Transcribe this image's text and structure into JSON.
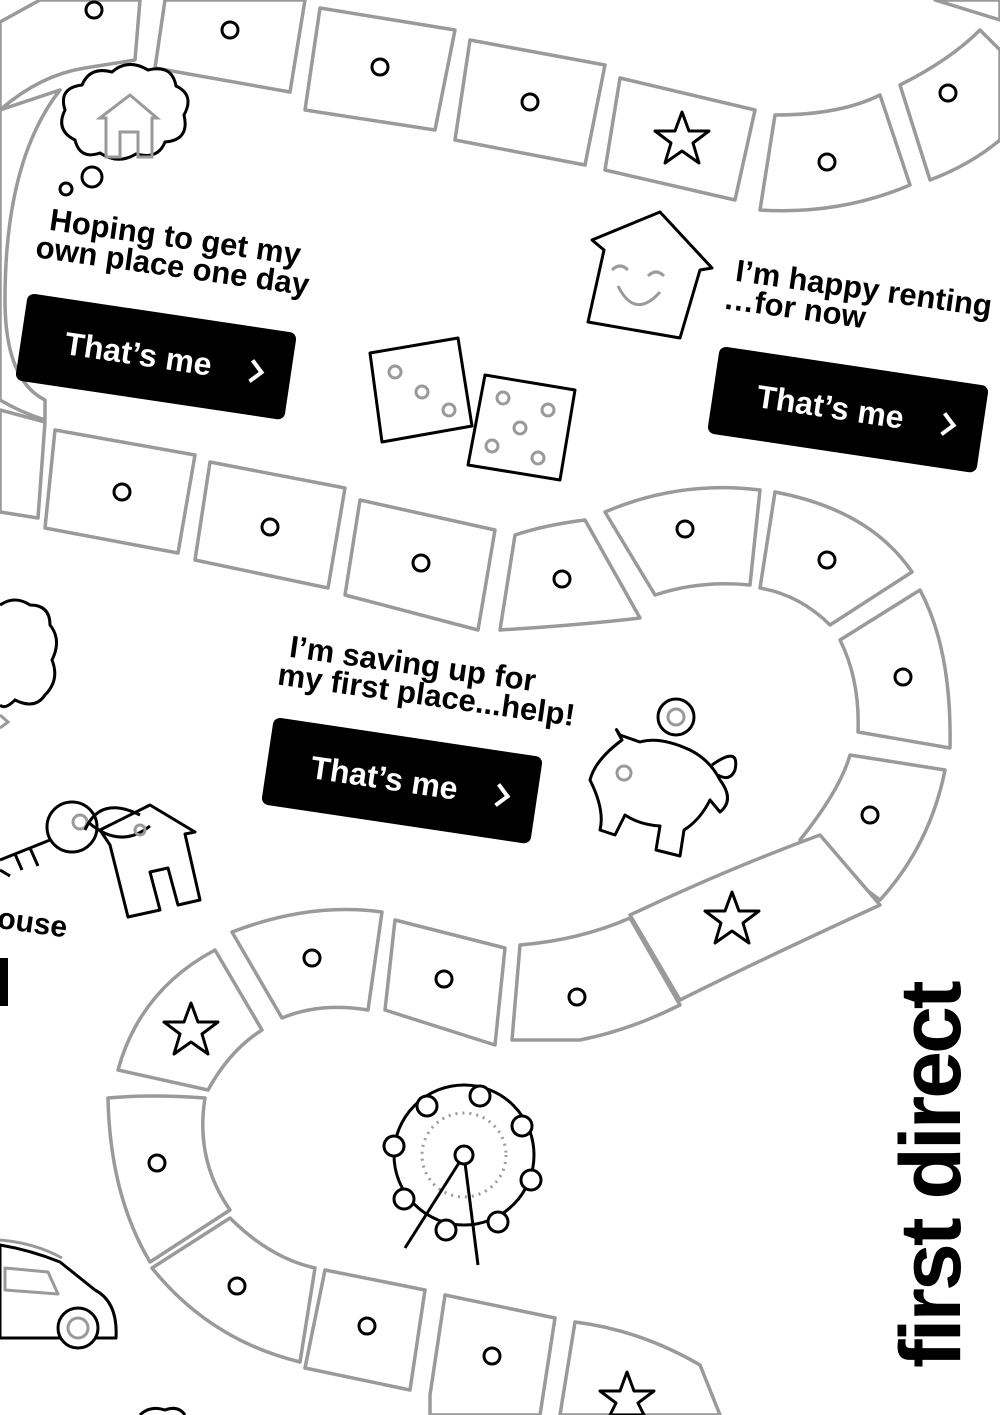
{
  "options": [
    {
      "caption_line1": "Hoping to get my",
      "caption_line2": "own place one day",
      "button_label": "That’s me"
    },
    {
      "caption_line1": "I’m happy renting",
      "caption_line2": "…for now",
      "button_label": "That’s me"
    },
    {
      "caption_line1": "I’m saving up for",
      "caption_line2": "my first place...help!",
      "button_label": "That’s me"
    }
  ],
  "partial_caption": "ouse",
  "brand": "first direct",
  "colors": {
    "ink": "#000000",
    "board_outline": "#9a9a9a",
    "button_bg": "#000000",
    "button_text": "#ffffff"
  },
  "icons": [
    "thought-cloud-house-icon",
    "smiling-house-icon",
    "dice-icon",
    "piggy-bank-icon",
    "key-house-icon",
    "star-icon",
    "ferris-wheel-icon",
    "car-icon",
    "tree-icon"
  ]
}
